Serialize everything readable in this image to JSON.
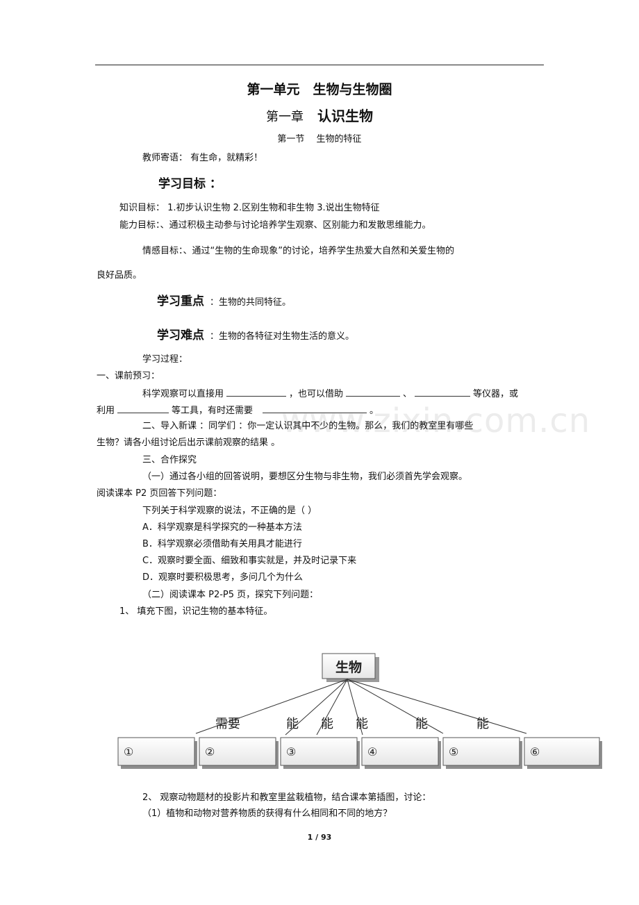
{
  "titles": {
    "unit": "第一单元　生物与生物圈",
    "chapter": "第一章",
    "chapter_name": "认识生物",
    "section": "第一节　 生物的特征"
  },
  "teacher_note": "教师寄语：  有生命，就精彩！",
  "objectives": {
    "heading": "学习目标 ：",
    "knowledge": "知识目标：  1.初步认识生物     2.区别生物和非生物     3.说出生物特征",
    "ability": "能力目标：、通过积极主动参与讨论培养学生观察、区别能力和发散思维能力。",
    "emotion": "情感目标：、通过“生物的生命现象”的讨论，培养学生热爱大自然和关爱生物的",
    "emotion_cont": "良好品质。"
  },
  "key_point": {
    "label": "学习重点",
    "text": "：生物的共同特征。"
  },
  "difficulty": {
    "label": "学习难点",
    "text": "：生物的各特征对生物生活的意义。"
  },
  "process": {
    "heading": "学习过程：",
    "preview": "一、课前预习：",
    "obs_1a": "科学观察可以直接用",
    "obs_1b": "，也可以借助",
    "obs_1c": "、",
    "obs_1d": "等仪器，或",
    "obs_2a": "利用",
    "obs_2b": "等工具，有时还需要",
    "obs_2c": "。",
    "intro_1": "二、导入新课 ：同学们 ：你一定认识其中不少的生物。那么，我们的教室里有哪些",
    "intro_2": "生物？请各小组讨论后出示课前观察的结果      。",
    "explore": "三、合作探究",
    "part1": "（一）通过各小组的回答说明，要想区分生物与非生物，我们必须首先学会观察。",
    "read": "阅读课本   P2 页回答下列问题：",
    "question": "下列关于科学观察的说法，不正确的是（                ）",
    "options": [
      "A．科学观察是科学探究的一种基本方法",
      "B．科学观察必须借助有关用具才能进行",
      "C．观察时要全面、细致和事实就是，并及时记录下来",
      "D．观察时要积极思考，多问几个为什么"
    ],
    "part2": "（二）阅读课本    P2-P5 页，探究下列问题：",
    "task1": "1、 填充下图，识记生物的基本特征。",
    "task2": "2、 观察动物题材的投影片和教室里盆栽植物，结合课本第插图，讨论：",
    "task2_q1": "（1）植物和动物对营养物质的获得有什么相同和不同的地方？"
  },
  "diagram": {
    "root": "生物",
    "branch_labels": [
      "需要",
      "能",
      "能",
      "能",
      "能",
      "能"
    ],
    "boxes": [
      "①",
      "②",
      "③",
      "④",
      "⑤",
      "⑥"
    ]
  },
  "watermark": "www.zixin.com.cn",
  "footer": "1 / 93"
}
